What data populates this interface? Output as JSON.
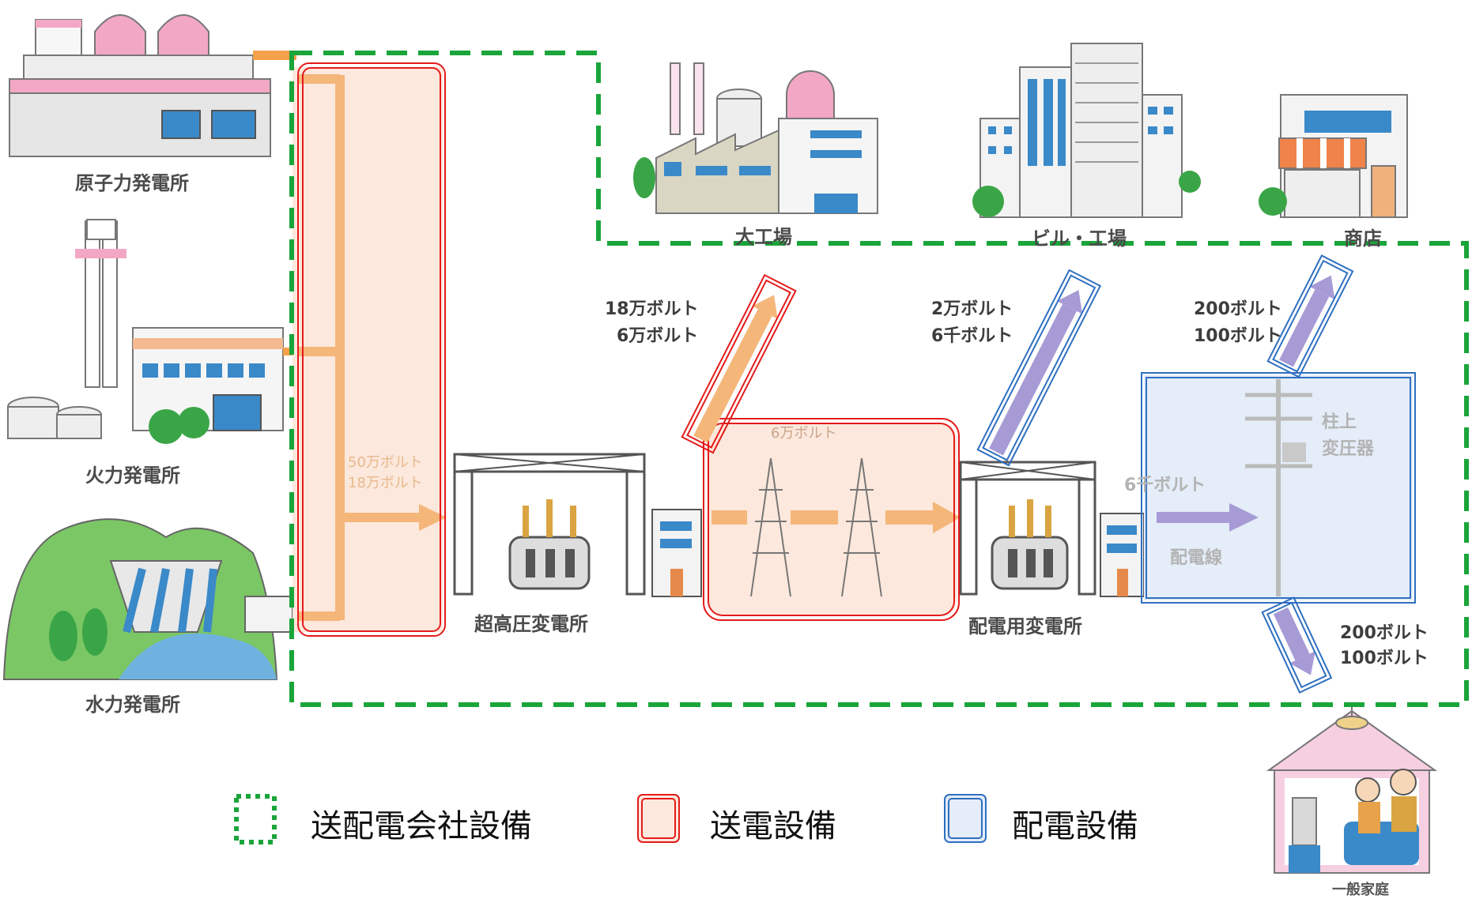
{
  "facilities": {
    "nuclear": "原子力発電所",
    "thermal": "火力発電所",
    "hydro": "水力発電所",
    "extra_high_substation": "超高圧変電所",
    "distribution_substation": "配電用変電所",
    "large_factory": "大工場",
    "building_factory": "ビル・工場",
    "shop": "商店",
    "home": "一般家庭"
  },
  "voltages": {
    "transmission": [
      "50万ボルト",
      "18万ボルト"
    ],
    "to_large_factory": [
      "18万ボルト",
      "6万ボルト"
    ],
    "line_6man": "6万ボルト",
    "to_building": [
      "2万ボルト",
      "6千ボルト"
    ],
    "to_shop": [
      "200ボルト",
      "100ボルト"
    ],
    "distribution_6sen": "6千ボルト",
    "to_home": [
      "200ボルト",
      "100ボルト"
    ]
  },
  "labels": {
    "pole_transformer": [
      "柱上",
      "変圧器"
    ],
    "distribution_line": "配電線"
  },
  "legend": [
    {
      "label": "送配電会社設備",
      "style": "dotted",
      "color": "#1aa53a"
    },
    {
      "label": "送電設備",
      "style": "double",
      "color": "#e41b1b",
      "fill": "#fce8dc"
    },
    {
      "label": "配電設備",
      "style": "double",
      "color": "#2f6fc0",
      "fill": "#e4edf8"
    }
  ],
  "colors": {
    "company_boundary": "#1aa53a",
    "transmission": "#e41b1b",
    "distribution": "#2f6fc0",
    "power_flow": "#f5b67a",
    "low_voltage_flow": "#a79bd6"
  }
}
